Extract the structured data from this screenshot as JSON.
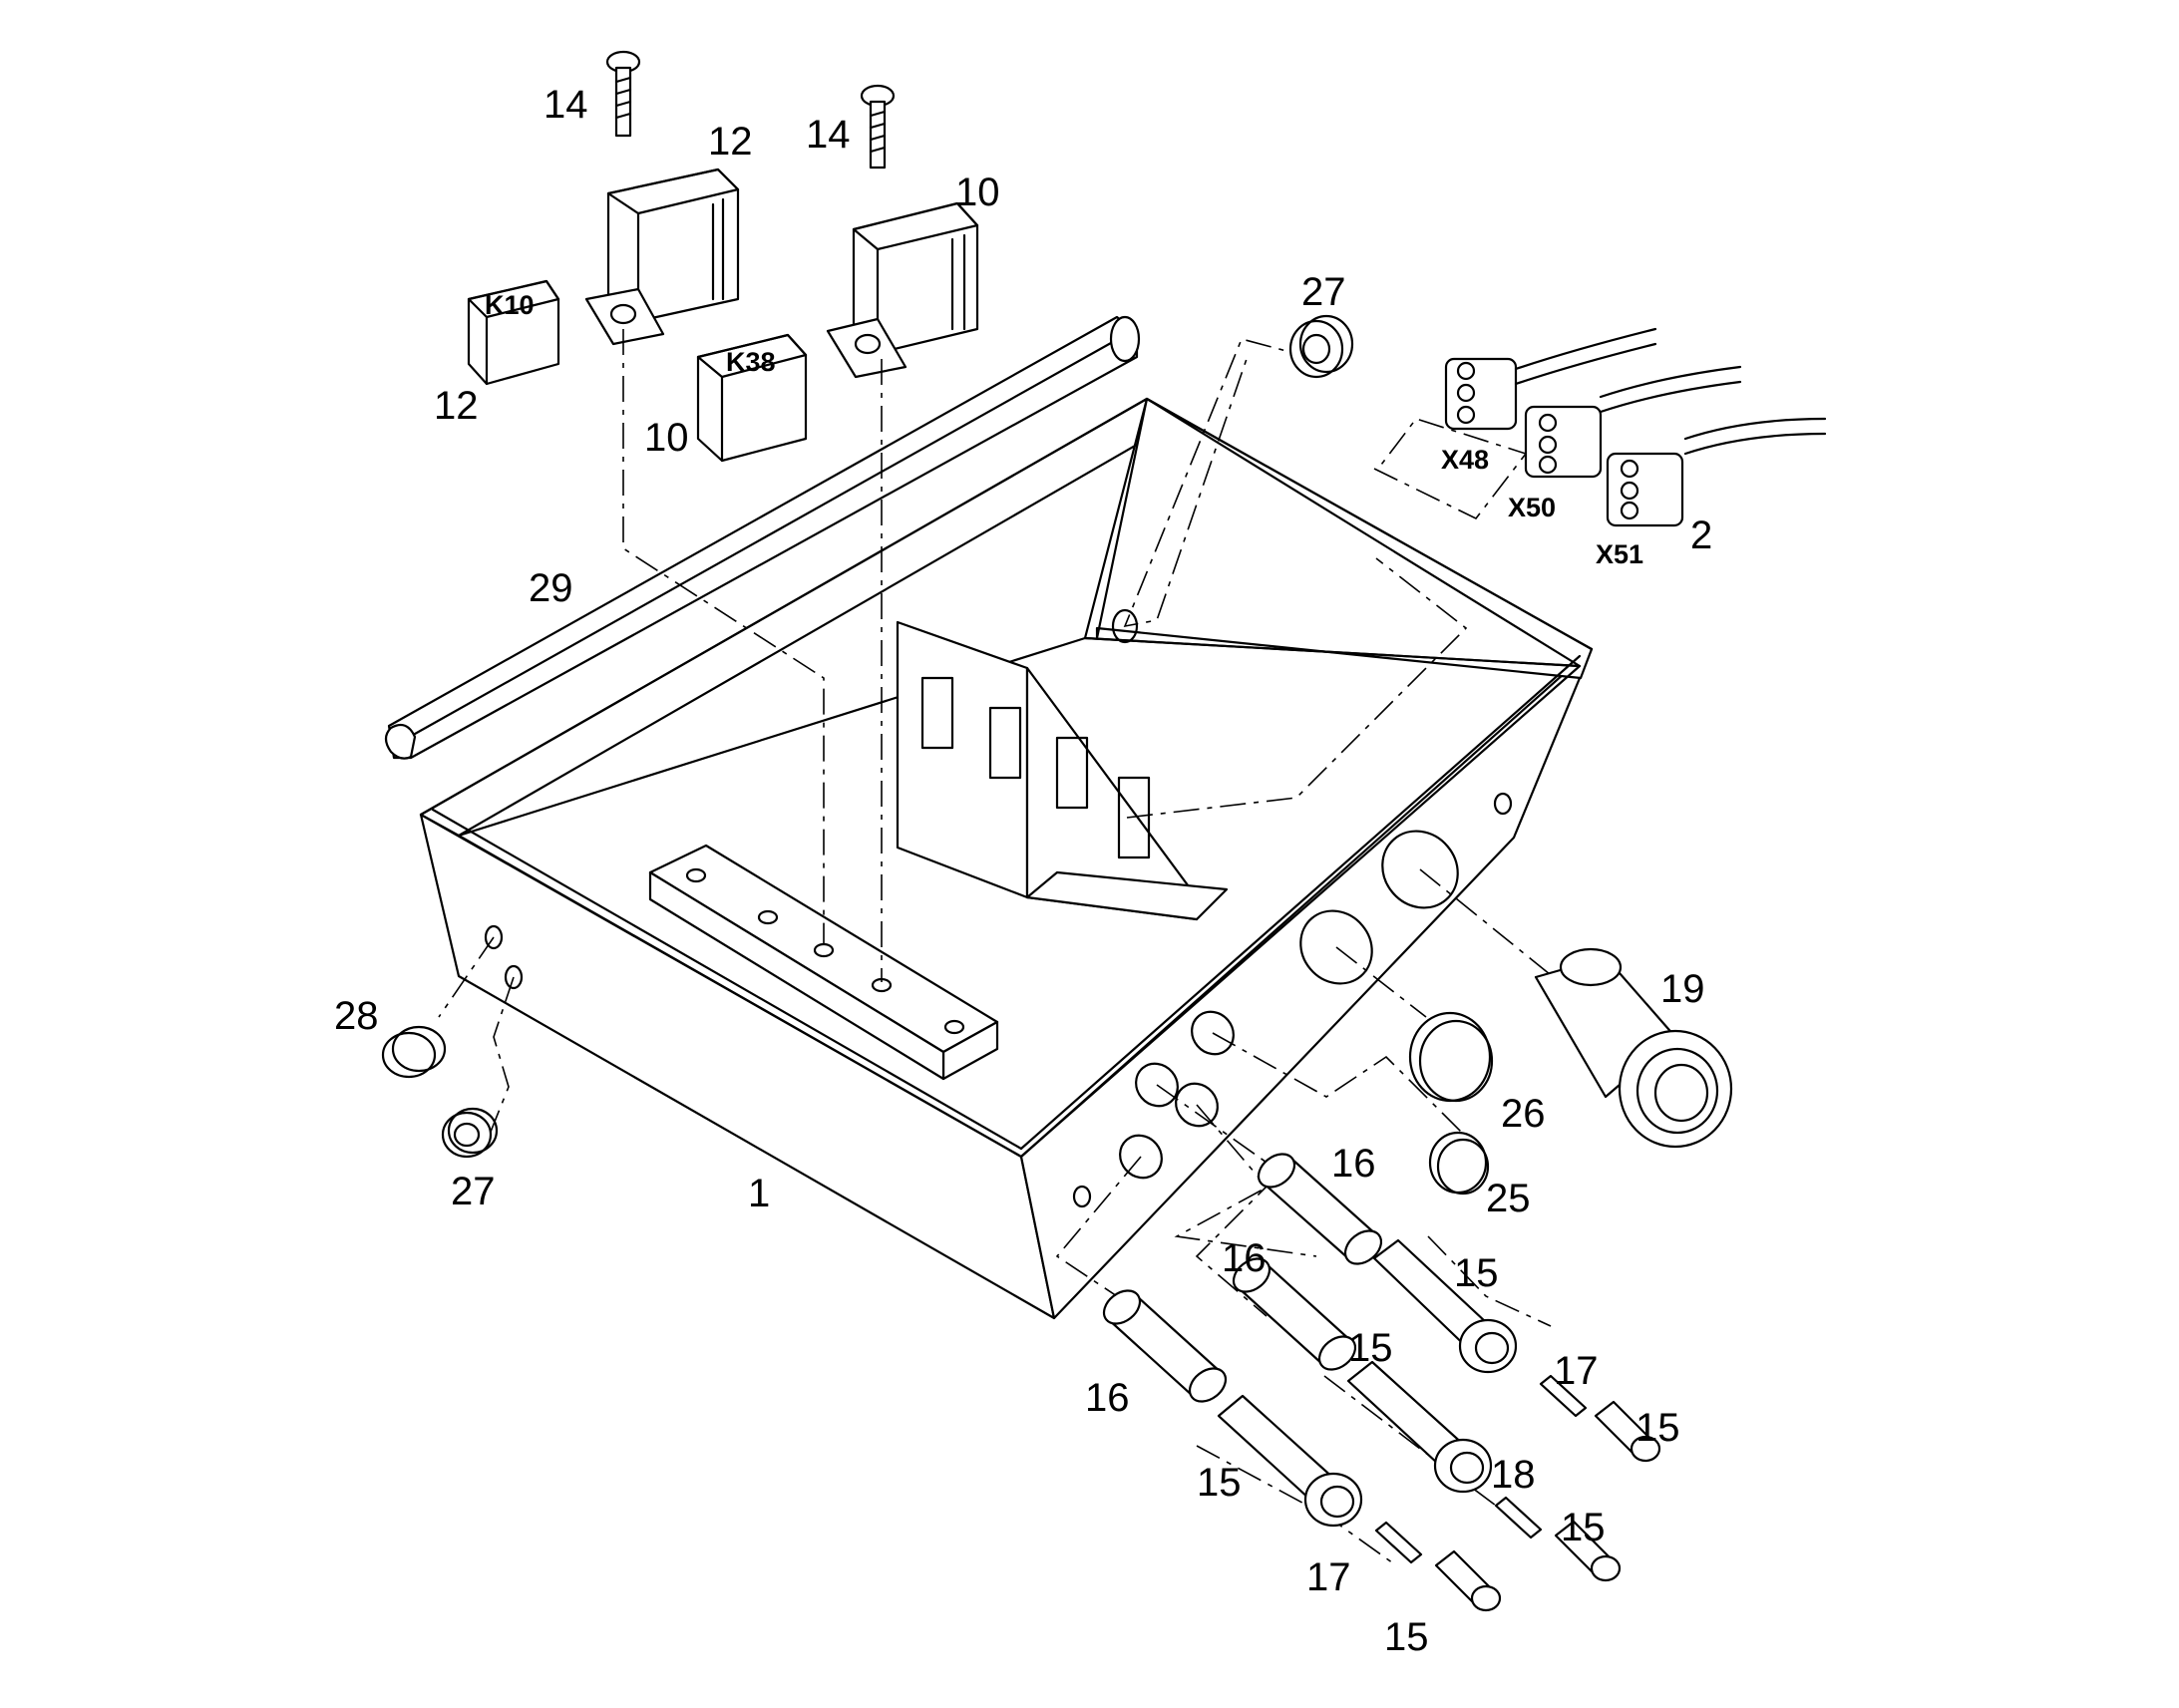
{
  "callouts": {
    "c14a": "14",
    "c12a": "12",
    "c14b": "14",
    "c10a": "10",
    "c12b": "12",
    "c10b": "10",
    "c27a": "27",
    "c29": "29",
    "c2": "2",
    "c19": "19",
    "c28": "28",
    "c27b": "27",
    "c1": "1",
    "c26": "26",
    "c25": "25",
    "c16a": "16",
    "c16b": "16",
    "c16c": "16",
    "c15a": "15",
    "c15b": "15",
    "c15c": "15",
    "c15d": "15",
    "c15e": "15",
    "c15f": "15",
    "c17a": "17",
    "c17b": "17",
    "c18": "18"
  },
  "part_labels": {
    "k10": "K10",
    "k38": "K38",
    "x48": "X48",
    "x50": "X50",
    "x51": "X51"
  }
}
